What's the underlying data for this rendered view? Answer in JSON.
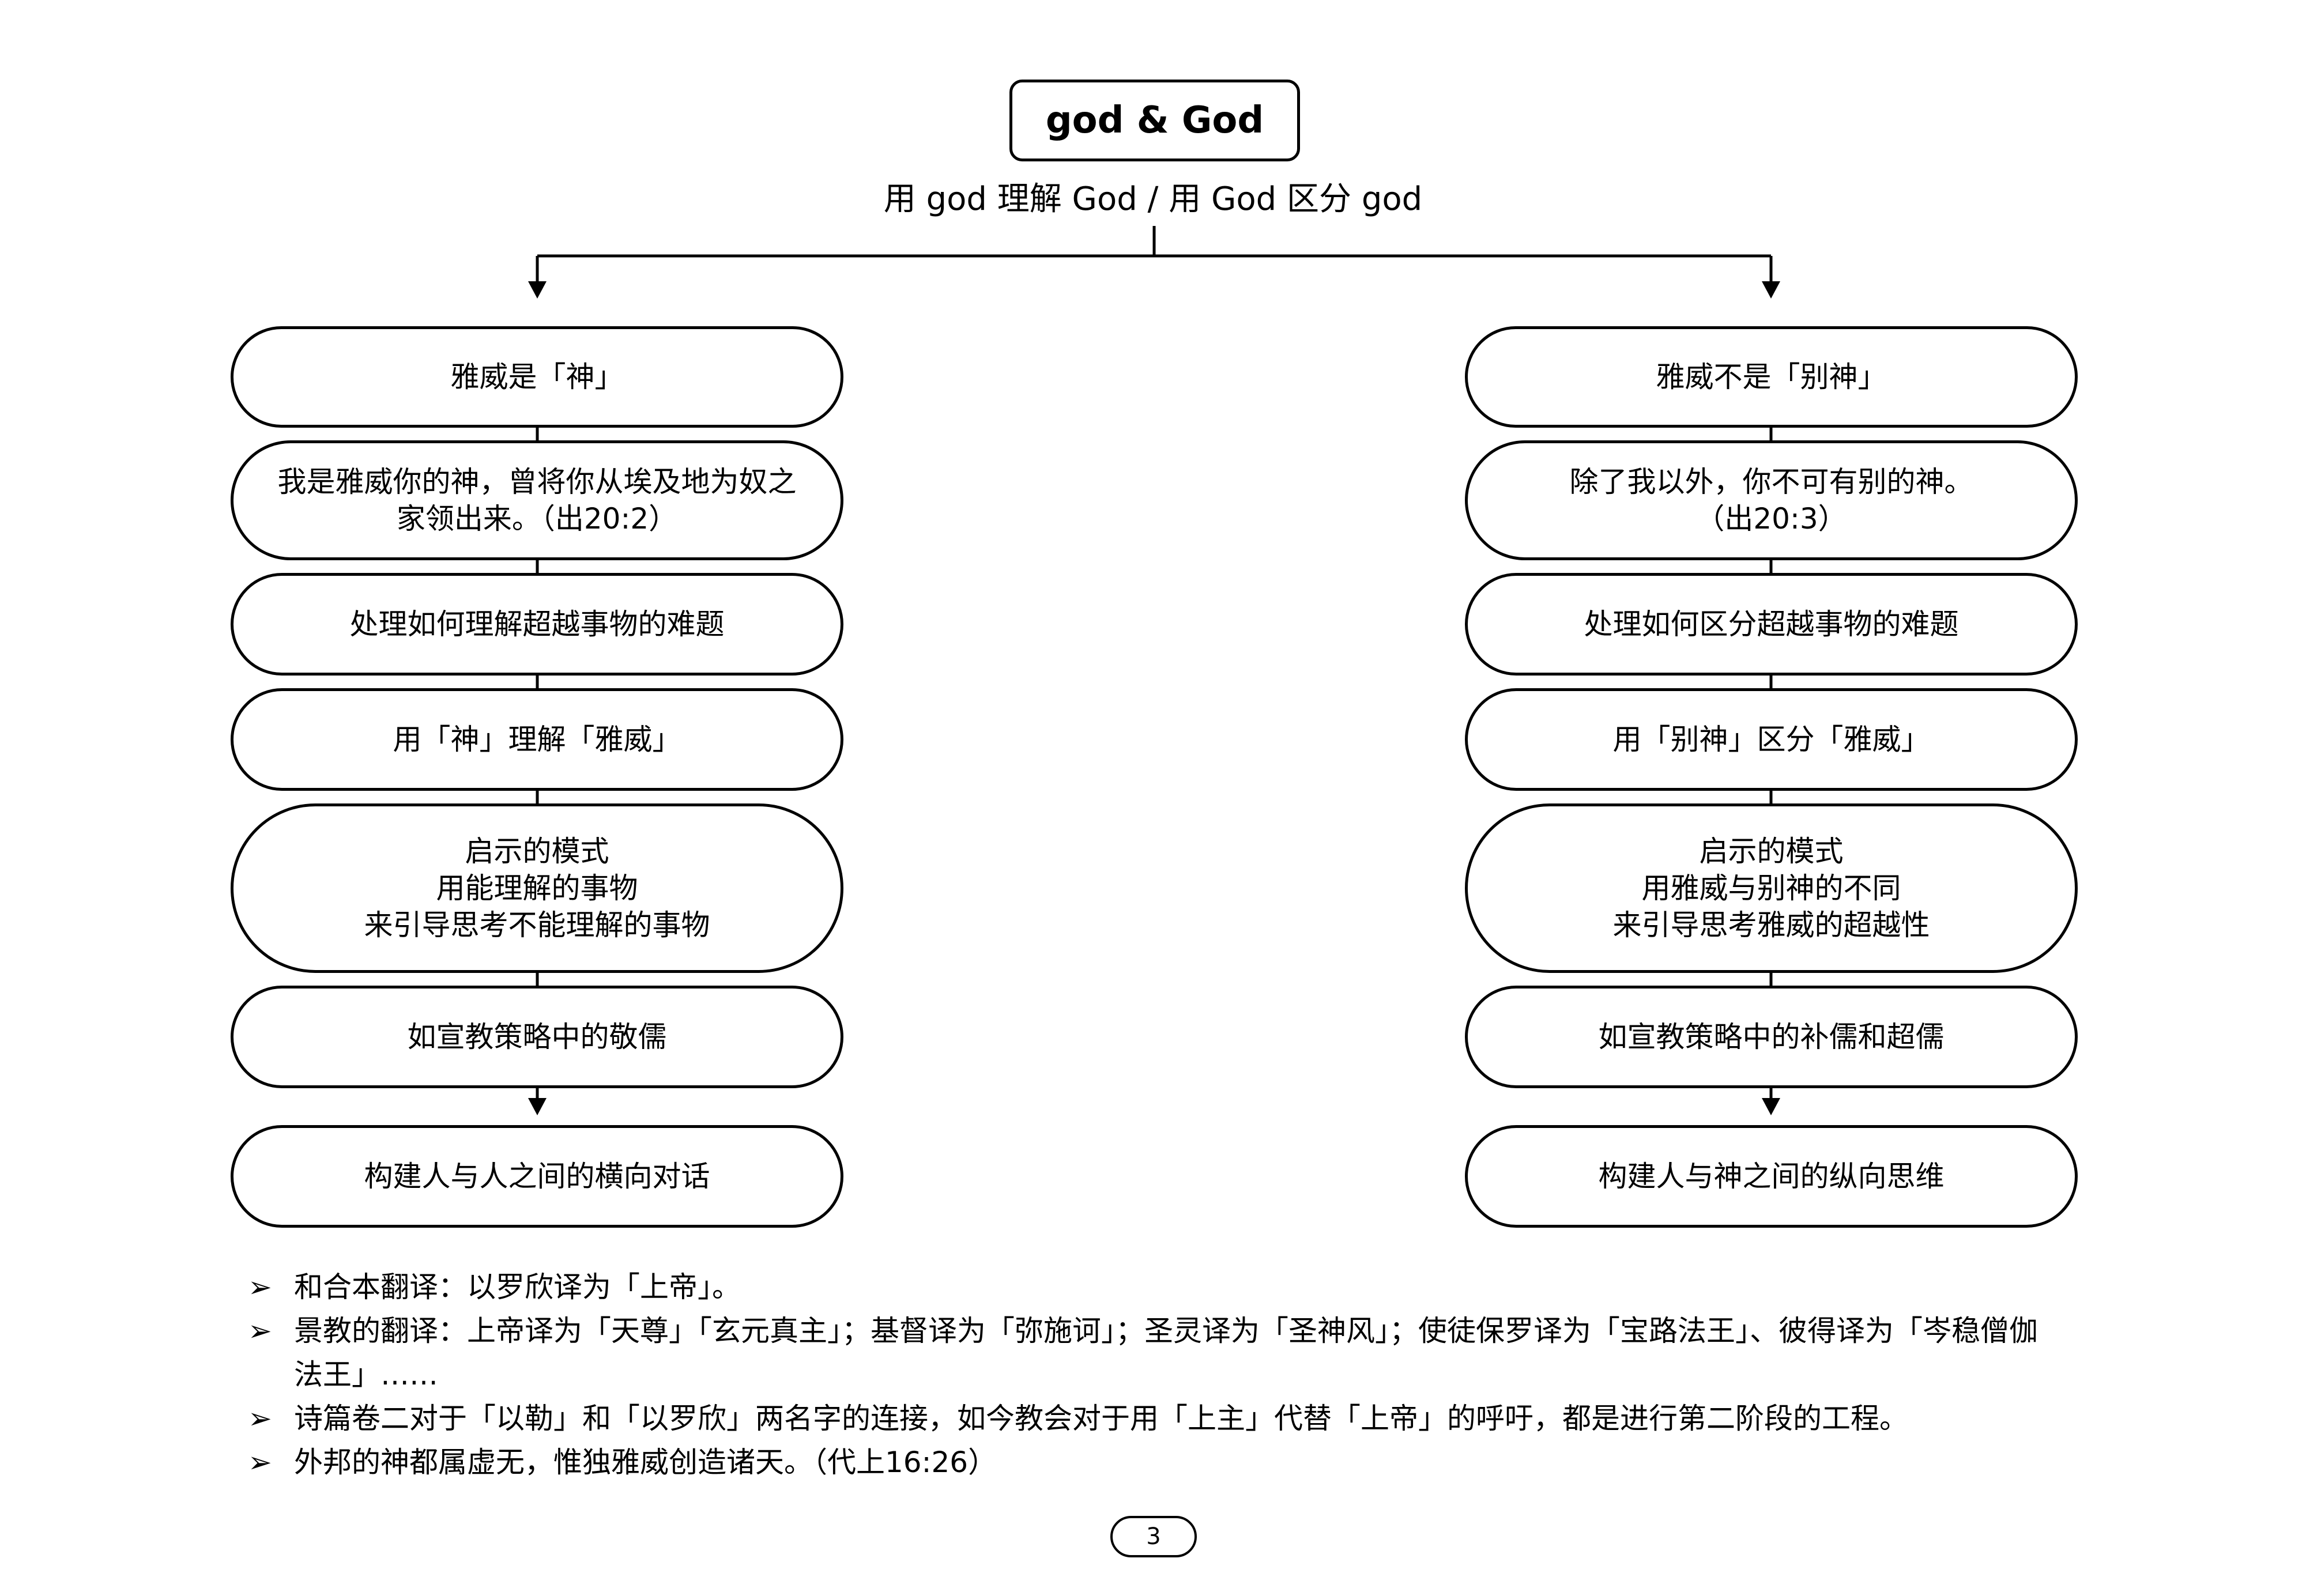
{
  "header": {
    "title": "god & God",
    "subtitle": "用 god 理解 God / 用 God 区分 god"
  },
  "left_column": {
    "nodes": [
      "雅威是「神」",
      "我是雅威你的神，曾将你从埃及地为奴之\n家领出来。（出20:2）",
      "处理如何理解超越事物的难题",
      "用「神」理解「雅威」",
      "启示的模式\n用能理解的事物\n来引导思考不能理解的事物",
      "如宣教策略中的敬儒",
      "构建人与人之间的横向对话"
    ]
  },
  "right_column": {
    "nodes": [
      "雅威不是「别神」",
      "除了我以外，你不可有别的神。\n（出20:3）",
      "处理如何区分超越事物的难题",
      "用「别神」区分「雅威」",
      "启示的模式\n用雅威与别神的不同\n来引导思考雅威的超越性",
      "如宣教策略中的补儒和超儒",
      "构建人与神之间的纵向思维"
    ]
  },
  "notes": {
    "bullet_icon": "arrow-bullet-icon",
    "items": [
      "和合本翻译：以罗欣译为「上帝」。",
      "景教的翻译：上帝译为「天尊」「玄元真主」；基督译为「弥施诃」；圣灵译为「圣神风」；使徒保罗译为「宝路法王」、彼得译为「岑稳僧伽法王」……",
      "诗篇卷二对于「以勒」和「以罗欣」两名字的连接，如今教会对于用「上主」代替「上帝」的呼吁，都是进行第二阶段的工程。",
      "外邦的神都属虚无，惟独雅威创造诸天。（代上16:26）"
    ]
  },
  "footer": {
    "page_number": "3"
  }
}
